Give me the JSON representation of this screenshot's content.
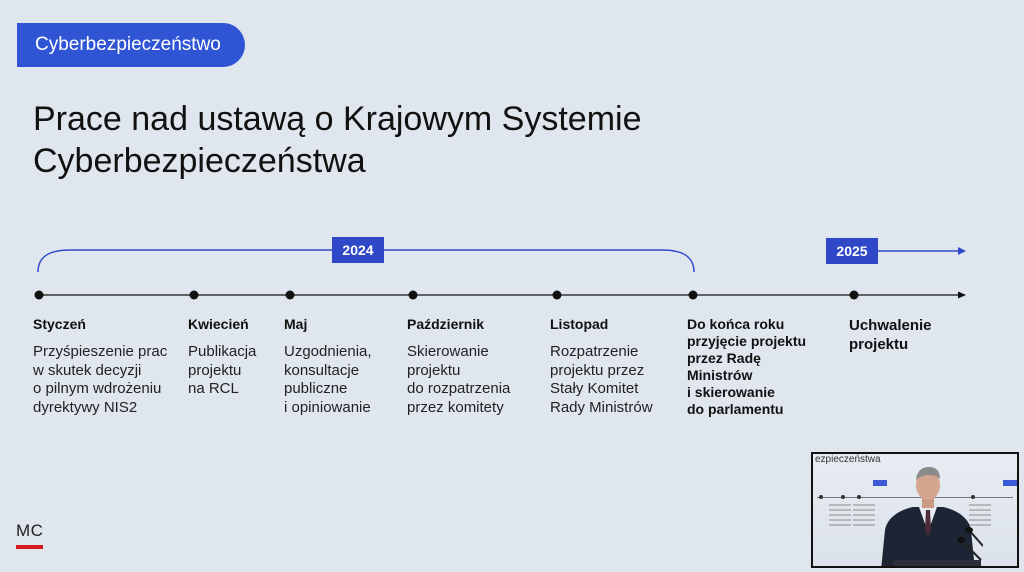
{
  "header": {
    "badge": "Cyberbezpieczeństwo"
  },
  "title": "Prace nad ustawą o Krajowym Systemie Cyberbezpieczeństwa",
  "timeline": {
    "years": [
      "2024",
      "2025"
    ],
    "milestones": [
      {
        "month": "Styczeń",
        "text": "Przyśpieszenie prac\nw skutek decyzji\no pilnym wdrożeniu\ndyrektywy NIS2"
      },
      {
        "month": "Kwiecień",
        "text": "Publikacja\nprojektu\nna RCL"
      },
      {
        "month": "Maj",
        "text": "Uzgodnienia,\nkonsultacje\npubliczne\ni opiniowanie"
      },
      {
        "month": "Październik",
        "text": "Skierowanie\nprojektu\ndo rozpatrzenia\nprzez komitety"
      },
      {
        "month": "Listopad",
        "text": "Rozpatrzenie\nprojektu przez\nStały Komitet\nRady Ministrów"
      },
      {
        "month": "",
        "text": "Do końca roku\nprzyjęcie projektu\nprzez Radę\nMinistrów\ni skierowanie\ndo parlamentu"
      },
      {
        "month": "",
        "text": "Uchwalenie\nprojektu"
      }
    ]
  },
  "footer": {
    "logo": "MC"
  },
  "video": {
    "title": "ezpieczeństwa"
  },
  "colors": {
    "accent": "#2f55d4",
    "year_tag": "#2f48c8",
    "logo_red": "#d71920",
    "background": "#dfe6ee"
  }
}
